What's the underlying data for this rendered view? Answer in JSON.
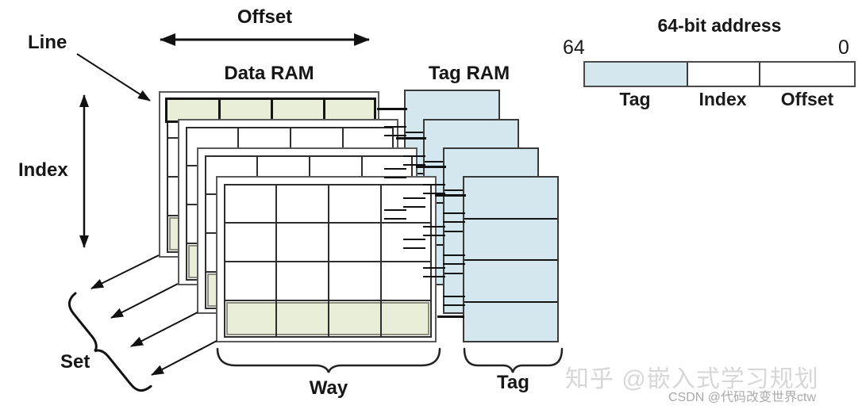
{
  "diagram": {
    "line_label": "Line",
    "offset_label": "Offset",
    "data_ram_label": "Data RAM",
    "tag_ram_label": "Tag RAM",
    "index_label": "Index",
    "set_label": "Set",
    "way_label": "Way",
    "tag_brace_label": "Tag",
    "structure": {
      "ways": 4,
      "lines_per_way": 4,
      "words_per_line": 4
    }
  },
  "address": {
    "title": "64-bit address",
    "msb": "64",
    "lsb": "0",
    "fields": [
      {
        "label": "Tag",
        "highlighted": true
      },
      {
        "label": "Index",
        "highlighted": false
      },
      {
        "label": "Offset",
        "highlighted": false
      }
    ]
  },
  "watermarks": {
    "zhihu": "知乎 @嵌入式学习规划",
    "csdn": "CSDN @代码改变世界ctw"
  },
  "colors": {
    "line_highlight": "#e9eed9",
    "tag_fill": "#d4e7ef",
    "ink": "#161616"
  }
}
